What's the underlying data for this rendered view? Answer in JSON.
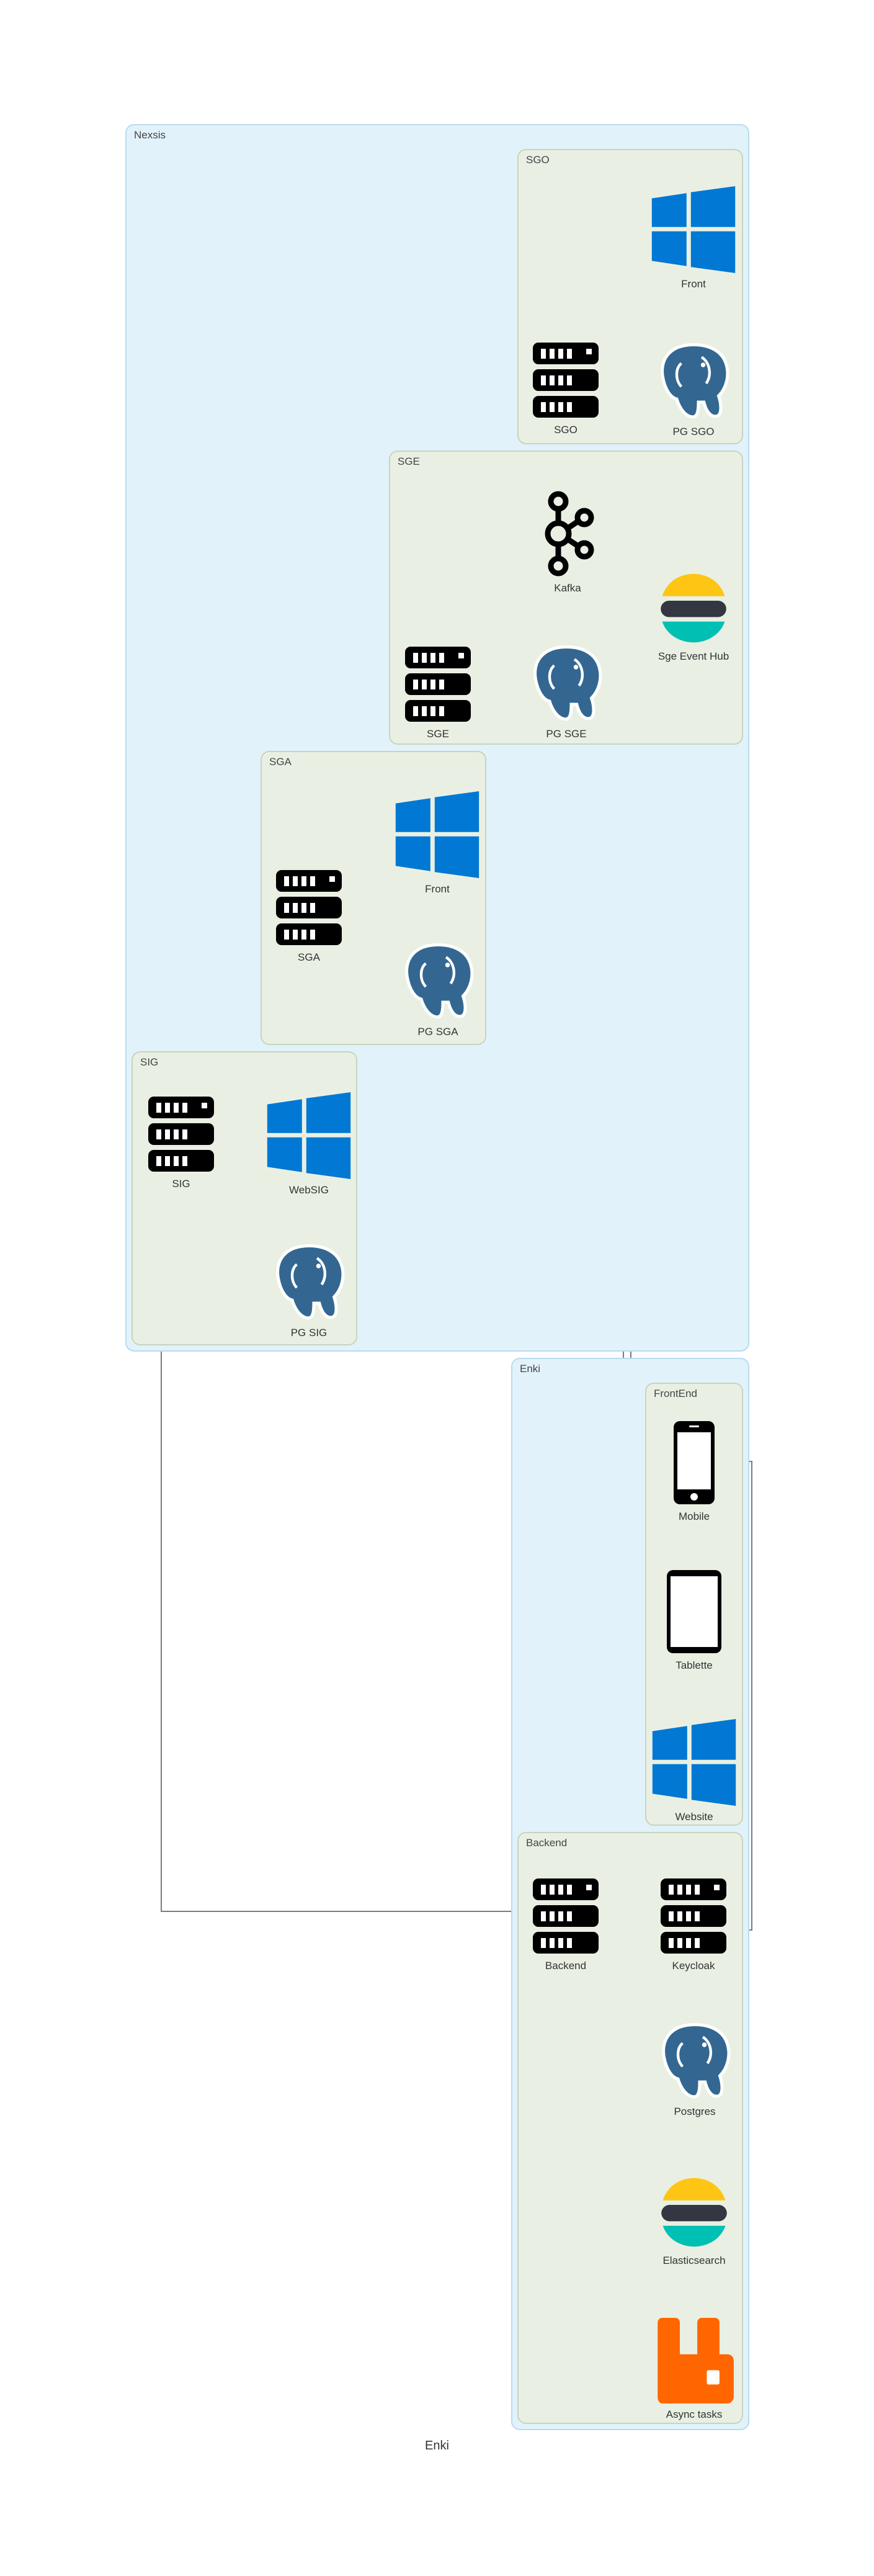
{
  "diagram_title": "Enki",
  "clusters": {
    "nexsis": "Nexsis",
    "sgo": "SGO",
    "sge": "SGE",
    "sga": "SGA",
    "sig": "SIG",
    "enki": "Enki",
    "frontend": "FrontEnd",
    "backend": "Backend"
  },
  "nodes": {
    "sgo_front": "Front",
    "sgo": "SGO",
    "pg_sgo": "PG SGO",
    "kafka": "Kafka",
    "sge_event_hub": "Sge Event Hub",
    "sge": "SGE",
    "pg_sge": "PG SGE",
    "sga_front": "Front",
    "sga": "SGA",
    "pg_sga": "PG SGA",
    "sig": "SIG",
    "websig": "WebSIG",
    "pg_sig": "PG SIG",
    "mobile": "Mobile",
    "tablette": "Tablette",
    "website": "Website",
    "backend": "Backend",
    "keycloak": "Keycloak",
    "postgres": "Postgres",
    "elasticsearch": "Elasticsearch",
    "async_tasks": "Async tasks"
  },
  "icons": {
    "server": "server-icon",
    "windows": "windows-icon",
    "postgres": "postgresql-elephant-icon",
    "kafka": "kafka-icon",
    "elastic": "elasticsearch-icon",
    "mobile": "mobile-phone-icon",
    "tablet": "tablet-icon",
    "rabbitmq": "rabbitmq-icon"
  },
  "colors": {
    "outer_cluster": "#e2f2fb",
    "inner_cluster": "#e9f0e3",
    "edge": "#7b7b7b",
    "windows_blue": "#0078d4",
    "postgres_blue": "#336791",
    "elastic_yellow": "#fec514",
    "elastic_teal": "#00bfb3",
    "rabbitmq_orange": "#ff6600"
  }
}
